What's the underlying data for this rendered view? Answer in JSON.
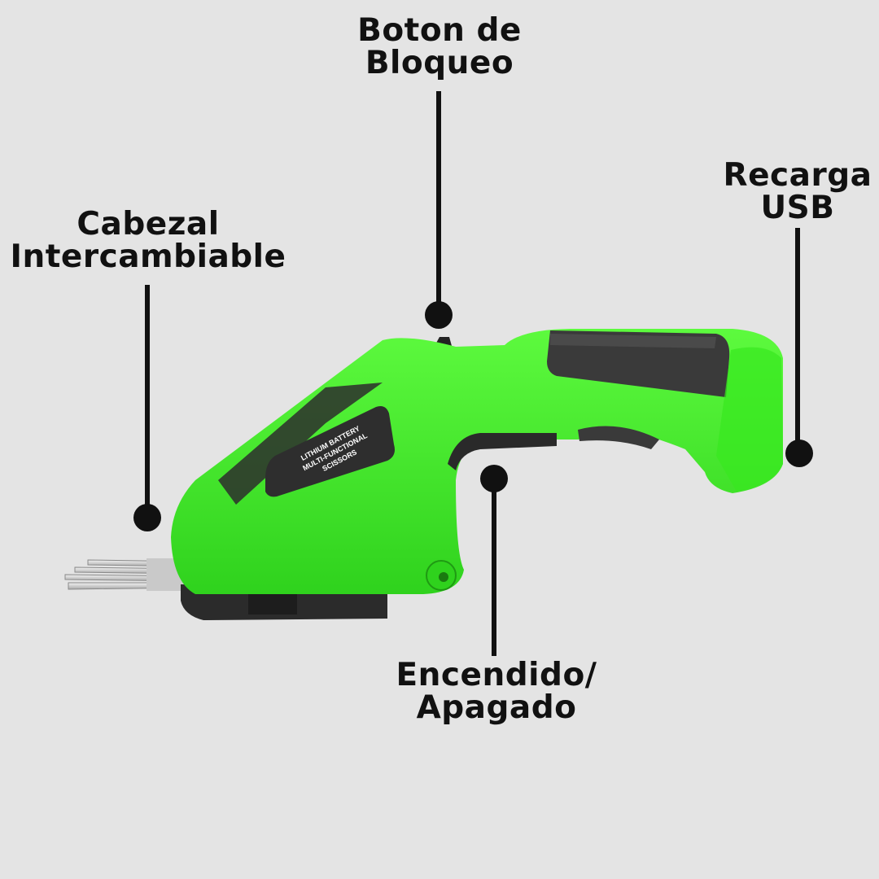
{
  "callouts": {
    "lock_button": {
      "line1": "Boton de",
      "line2": "Bloqueo"
    },
    "usb_charge": {
      "line1": "Recarga",
      "line2": "USB"
    },
    "interchangeable_head": {
      "line1": "Cabezal",
      "line2": "Intercambiable"
    },
    "power_switch": {
      "line1": "Encendido/",
      "line2": "Apagado"
    }
  },
  "product_badge": {
    "line1": "LITHIUM BATTERY",
    "line2": "MULTI-FUNCTIONAL",
    "line3": "SCISSORS"
  },
  "colors": {
    "background": "#e4e4e4",
    "body_green": "#3df227",
    "grip_dark": "#3a3a3a",
    "pointer": "#111111"
  },
  "icons": [
    "cordless-grass-shears-image"
  ]
}
